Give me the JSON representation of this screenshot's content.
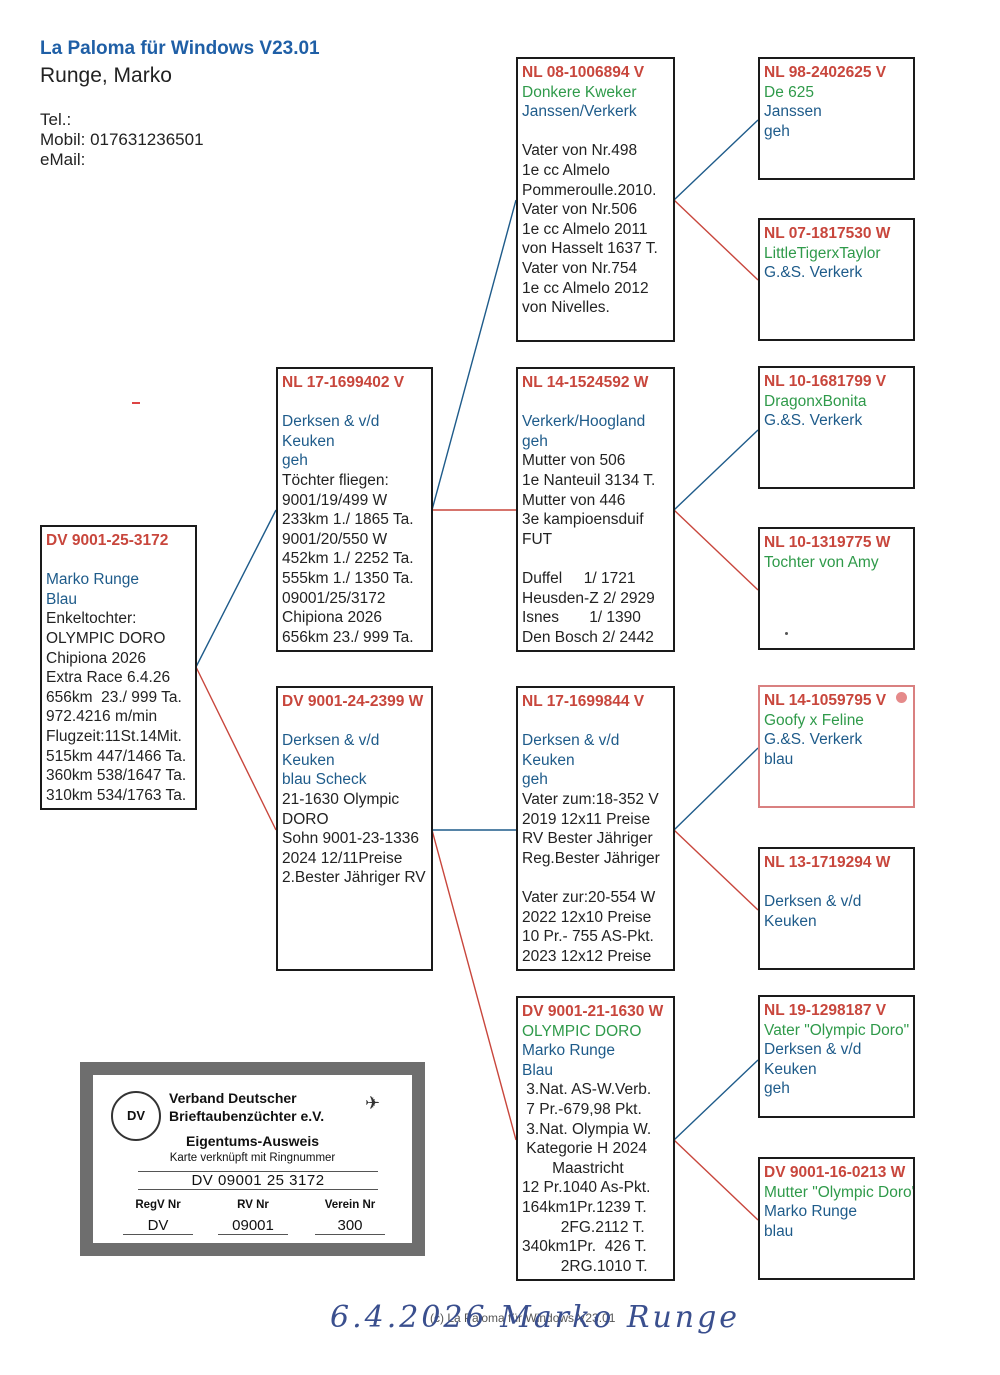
{
  "header": {
    "app_title": "La Paloma für Windows V23.01",
    "owner": "Runge, Marko",
    "contact": [
      "Tel.:",
      "Mobil: 017631236501",
      "eMail:"
    ]
  },
  "colors": {
    "red": "#c8463c",
    "green": "#2f9a4a",
    "blue": "#1e5b8a",
    "dark": "#222222"
  },
  "boxes": [
    {
      "id": "pigeon",
      "lines": [
        {
          "t": "DV 9001-25-3172",
          "c": "red"
        },
        {
          "t": "",
          "c": "dark"
        },
        {
          "t": "Marko Runge",
          "c": "blue"
        },
        {
          "t": "Blau",
          "c": "blue"
        },
        {
          "t": "Enkeltochter:",
          "c": "dark"
        },
        {
          "t": "OLYMPIC DORO",
          "c": "dark"
        },
        {
          "t": "Chipiona 2026",
          "c": "dark"
        },
        {
          "t": "Extra Race 6.4.26",
          "c": "dark"
        },
        {
          "t": "656km  23./ 999 Ta.",
          "c": "dark"
        },
        {
          "t": "972.4216 m/min",
          "c": "dark"
        },
        {
          "t": "Flugzeit:11St.14Mit.",
          "c": "dark"
        },
        {
          "t": "515km 447/1466 Ta.",
          "c": "dark"
        },
        {
          "t": "360km 538/1647 Ta.",
          "c": "dark"
        },
        {
          "t": "310km 534/1763 Ta.",
          "c": "dark"
        }
      ]
    },
    {
      "id": "father",
      "lines": [
        {
          "t": "NL 17-1699402 V",
          "c": "red"
        },
        {
          "t": "",
          "c": "dark"
        },
        {
          "t": "Derksen & v/d",
          "c": "blue"
        },
        {
          "t": "Keuken",
          "c": "blue"
        },
        {
          "t": "geh",
          "c": "blue"
        },
        {
          "t": "Töchter fliegen:",
          "c": "dark"
        },
        {
          "t": "9001/19/499 W",
          "c": "dark"
        },
        {
          "t": "233km 1./ 1865 Ta.",
          "c": "dark"
        },
        {
          "t": "9001/20/550 W",
          "c": "dark"
        },
        {
          "t": "452km 1./ 2252 Ta.",
          "c": "dark"
        },
        {
          "t": "555km 1./ 1350 Ta.",
          "c": "dark"
        },
        {
          "t": "09001/25/3172",
          "c": "dark"
        },
        {
          "t": "Chipiona 2026",
          "c": "dark"
        },
        {
          "t": "656km 23./ 999 Ta.",
          "c": "dark"
        }
      ]
    },
    {
      "id": "mother",
      "lines": [
        {
          "t": "DV 9001-24-2399 W",
          "c": "red"
        },
        {
          "t": "",
          "c": "dark"
        },
        {
          "t": "Derksen & v/d",
          "c": "blue"
        },
        {
          "t": "Keuken",
          "c": "blue"
        },
        {
          "t": "blau Scheck",
          "c": "blue"
        },
        {
          "t": "21-1630 Olympic",
          "c": "dark"
        },
        {
          "t": "DORO",
          "c": "dark"
        },
        {
          "t": "Sohn 9001-23-1336",
          "c": "dark"
        },
        {
          "t": "2024 12/11Preise",
          "c": "dark"
        },
        {
          "t": "2.Bester Jähriger RV",
          "c": "dark"
        }
      ]
    },
    {
      "id": "ff",
      "lines": [
        {
          "t": "NL 08-1006894 V",
          "c": "red"
        },
        {
          "t": "Donkere Kweker",
          "c": "green"
        },
        {
          "t": "Janssen/Verkerk",
          "c": "blue"
        },
        {
          "t": "",
          "c": "dark"
        },
        {
          "t": "Vater von Nr.498",
          "c": "dark"
        },
        {
          "t": "1e cc Almelo",
          "c": "dark"
        },
        {
          "t": "Pommeroulle.2010.",
          "c": "dark"
        },
        {
          "t": "Vater von Nr.506",
          "c": "dark"
        },
        {
          "t": "1e cc Almelo 2011",
          "c": "dark"
        },
        {
          "t": "von Hasselt 1637 T.",
          "c": "dark"
        },
        {
          "t": "Vater von Nr.754",
          "c": "dark"
        },
        {
          "t": "1e cc Almelo 2012",
          "c": "dark"
        },
        {
          "t": "von Nivelles.",
          "c": "dark"
        }
      ]
    },
    {
      "id": "fm",
      "lines": [
        {
          "t": "NL 14-1524592 W",
          "c": "red"
        },
        {
          "t": "",
          "c": "dark"
        },
        {
          "t": "Verkerk/Hoogland",
          "c": "blue"
        },
        {
          "t": "geh",
          "c": "blue"
        },
        {
          "t": "Mutter von 506",
          "c": "dark"
        },
        {
          "t": "1e Nanteuil 3134 T.",
          "c": "dark"
        },
        {
          "t": "Mutter von 446",
          "c": "dark"
        },
        {
          "t": "3e kampioensduif",
          "c": "dark"
        },
        {
          "t": "FUT",
          "c": "dark"
        },
        {
          "t": "",
          "c": "dark"
        },
        {
          "t": "Duffel     1/ 1721",
          "c": "dark"
        },
        {
          "t": "Heusden-Z 2/ 2929",
          "c": "dark"
        },
        {
          "t": "Isnes       1/ 1390",
          "c": "dark"
        },
        {
          "t": "Den Bosch 2/ 2442",
          "c": "dark"
        }
      ]
    },
    {
      "id": "mf",
      "lines": [
        {
          "t": "NL 17-1699844 V",
          "c": "red"
        },
        {
          "t": "",
          "c": "dark"
        },
        {
          "t": "Derksen & v/d",
          "c": "blue"
        },
        {
          "t": "Keuken",
          "c": "blue"
        },
        {
          "t": "geh",
          "c": "blue"
        },
        {
          "t": "Vater zum:18-352 V",
          "c": "dark"
        },
        {
          "t": "2019 12x11 Preise",
          "c": "dark"
        },
        {
          "t": "RV Bester Jähriger",
          "c": "dark"
        },
        {
          "t": "Reg.Bester Jähriger",
          "c": "dark"
        },
        {
          "t": "",
          "c": "dark"
        },
        {
          "t": "Vater zur:20-554 W",
          "c": "dark"
        },
        {
          "t": "2022 12x10 Preise",
          "c": "dark"
        },
        {
          "t": "10 Pr.- 755 AS-Pkt.",
          "c": "dark"
        },
        {
          "t": "2023 12x12 Preise",
          "c": "dark"
        }
      ]
    },
    {
      "id": "mm",
      "lines": [
        {
          "t": "DV 9001-21-1630 W",
          "c": "red"
        },
        {
          "t": "OLYMPIC DORO",
          "c": "green"
        },
        {
          "t": "Marko Runge",
          "c": "blue"
        },
        {
          "t": "Blau",
          "c": "blue"
        },
        {
          "t": " 3.Nat. AS-W.Verb.",
          "c": "dark"
        },
        {
          "t": " 7 Pr.-679,98 Pkt.",
          "c": "dark"
        },
        {
          "t": " 3.Nat. Olympia W.",
          "c": "dark"
        },
        {
          "t": " Kategorie H 2024",
          "c": "dark"
        },
        {
          "t": "       Maastricht",
          "c": "dark"
        },
        {
          "t": "12 Pr.1040 As-Pkt.",
          "c": "dark"
        },
        {
          "t": "164km1Pr.1239 T.",
          "c": "dark"
        },
        {
          "t": "         2FG.2112 T.",
          "c": "dark"
        },
        {
          "t": "340km1Pr.  426 T.",
          "c": "dark"
        },
        {
          "t": "         2RG.1010 T.",
          "c": "dark"
        }
      ]
    },
    {
      "id": "fff",
      "lines": [
        {
          "t": "NL 98-2402625 V",
          "c": "red"
        },
        {
          "t": "De 625",
          "c": "green"
        },
        {
          "t": "Janssen",
          "c": "blue"
        },
        {
          "t": "geh",
          "c": "blue"
        }
      ]
    },
    {
      "id": "ffm",
      "lines": [
        {
          "t": "NL 07-1817530 W",
          "c": "red"
        },
        {
          "t": "LittleTigerxTaylor",
          "c": "green"
        },
        {
          "t": "G.&S. Verkerk",
          "c": "blue"
        }
      ]
    },
    {
      "id": "fmf",
      "lines": [
        {
          "t": "NL 10-1681799 V",
          "c": "red"
        },
        {
          "t": "DragonxBonita",
          "c": "green"
        },
        {
          "t": "G.&S. Verkerk",
          "c": "blue"
        }
      ]
    },
    {
      "id": "fmm",
      "lines": [
        {
          "t": "NL 10-1319775 W",
          "c": "red"
        },
        {
          "t": "Tochter von Amy",
          "c": "green"
        }
      ]
    },
    {
      "id": "mff",
      "lines": [
        {
          "t": "NL 14-1059795 V",
          "c": "red"
        },
        {
          "t": "Goofy x Feline",
          "c": "green"
        },
        {
          "t": "G.&S. Verkerk",
          "c": "blue"
        },
        {
          "t": "blau",
          "c": "blue"
        }
      ]
    },
    {
      "id": "mfm",
      "lines": [
        {
          "t": "NL 13-1719294 W",
          "c": "red"
        },
        {
          "t": "",
          "c": "dark"
        },
        {
          "t": "Derksen & v/d",
          "c": "blue"
        },
        {
          "t": "Keuken",
          "c": "blue"
        }
      ]
    },
    {
      "id": "mmf",
      "lines": [
        {
          "t": "NL 19-1298187 V",
          "c": "red"
        },
        {
          "t": "Vater \"Olympic Doro\"",
          "c": "green"
        },
        {
          "t": "Derksen & v/d",
          "c": "blue"
        },
        {
          "t": "Keuken",
          "c": "blue"
        },
        {
          "t": "geh",
          "c": "blue"
        }
      ]
    },
    {
      "id": "mmm",
      "lines": [
        {
          "t": "DV 9001-16-0213 W",
          "c": "red"
        },
        {
          "t": "Mutter \"Olympic Doro\"",
          "c": "green"
        },
        {
          "t": "Marko Runge",
          "c": "blue"
        },
        {
          "t": "blau",
          "c": "blue"
        }
      ]
    }
  ],
  "card": {
    "org_line1": "Verband Deutscher",
    "org_line2": "Brieftaubenzüchter e.V.",
    "logo": "DV",
    "title": "Eigentums-Ausweis",
    "subtitle": "Karte verknüpft mit Ringnummer",
    "ring": "DV 09001 25 3172",
    "headers": [
      "RegV Nr",
      "RV Nr",
      "Verein Nr"
    ],
    "values": [
      "DV",
      "09001",
      "300"
    ]
  },
  "footer": {
    "program": "(c) La Paloma für Windows V23.01",
    "signature": "6.4.2026  Marko Runge"
  }
}
